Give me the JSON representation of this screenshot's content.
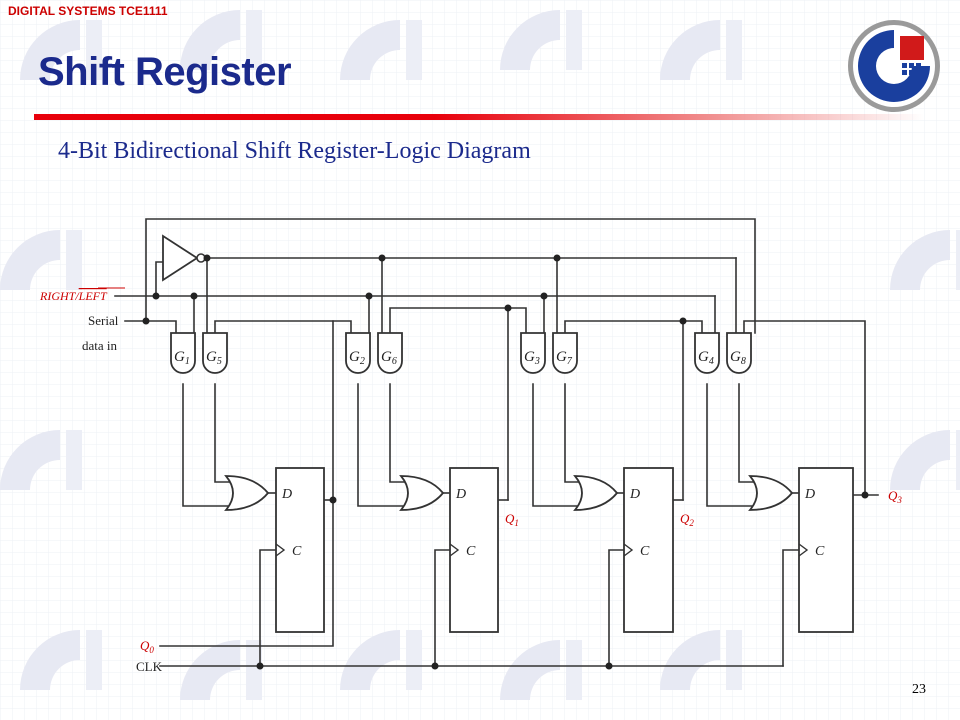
{
  "header": {
    "course": "DIGITAL SYSTEMS TCE1111",
    "title": "Shift Register",
    "subtitle": "4-Bit Bidirectional Shift Register-Logic Diagram"
  },
  "colors": {
    "title": "#1b2a8c",
    "accent_rule": "#e8000b",
    "course_label": "#cc0000",
    "output_labels": "#cc0000",
    "wire": "#333333",
    "background_pattern": "#e7e9f3"
  },
  "logo": {
    "icon": "university-logo-icon"
  },
  "diagram": {
    "inputs": {
      "direction": "RIGHT/LEFT",
      "direction_a": "RIGHT/",
      "direction_b": "LEFT",
      "serial_a": "Serial",
      "serial_b": "data in",
      "q0": "Q0",
      "q0_base": "Q",
      "q0_sub": "0",
      "clk": "CLK"
    },
    "gates": {
      "g1": {
        "base": "G",
        "sub": "1"
      },
      "g5": {
        "base": "G",
        "sub": "5"
      },
      "g2": {
        "base": "G",
        "sub": "2"
      },
      "g6": {
        "base": "G",
        "sub": "6"
      },
      "g3": {
        "base": "G",
        "sub": "3"
      },
      "g7": {
        "base": "G",
        "sub": "7"
      },
      "g4": {
        "base": "G",
        "sub": "4"
      },
      "g8": {
        "base": "G",
        "sub": "8"
      }
    },
    "flipflop_pins": {
      "d": "D",
      "c": "C"
    },
    "outputs": {
      "q1": {
        "base": "Q",
        "sub": "1"
      },
      "q2": {
        "base": "Q",
        "sub": "2"
      },
      "q3": {
        "base": "Q",
        "sub": "3"
      }
    }
  },
  "footer": {
    "page_number": "23"
  }
}
